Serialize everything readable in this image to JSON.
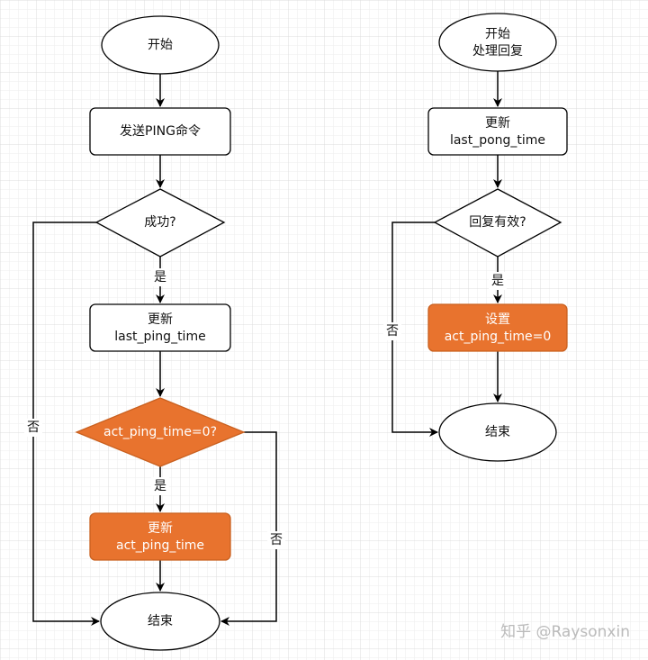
{
  "left_flow": {
    "start": "开始",
    "send_ping": "发送PING命令",
    "success_check": "成功?",
    "yes1": "是",
    "update_line1": "更新",
    "update_line2": "last_ping_time",
    "act_check": "act_ping_time=0?",
    "yes2": "是",
    "update_act_line1": "更新",
    "update_act_line2": "act_ping_time",
    "end": "结束",
    "no_left": "否",
    "no_right": "否"
  },
  "right_flow": {
    "start_line1": "开始",
    "start_line2": "处理回复",
    "update_line1": "更新",
    "update_line2": "last_pong_time",
    "valid_check": "回复有效?",
    "yes": "是",
    "set_line1": "设置",
    "set_line2": "act_ping_time=0",
    "end": "结束",
    "no": "否"
  },
  "watermark": "知乎 @Raysonxin",
  "colors": {
    "accent": "#E8732E",
    "grid": "#e6e6e6"
  }
}
